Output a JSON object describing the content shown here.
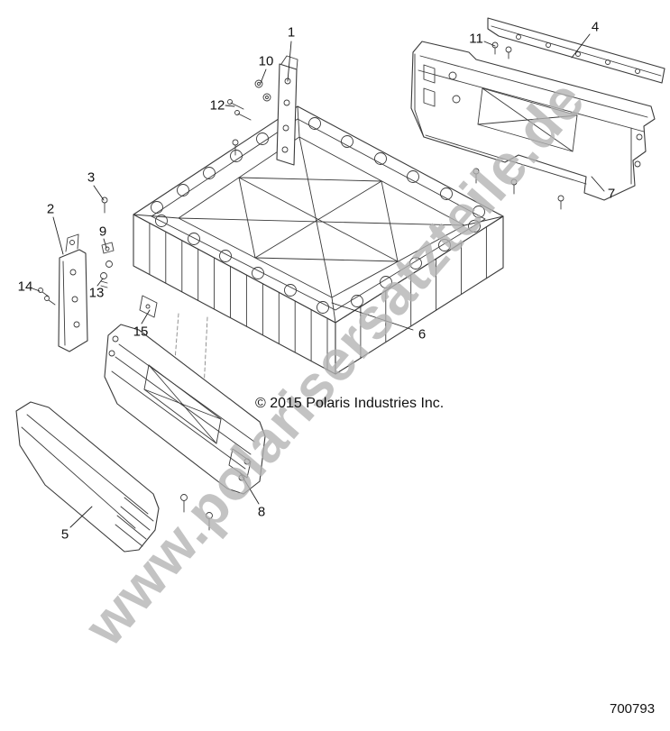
{
  "diagram": {
    "watermark": "www.polarisersatzteile.de",
    "copyright": "© 2015 Polaris Industries Inc.",
    "drawing_number": "700793",
    "line_color": "#3a3a3a",
    "watermark_color": "#b3b3b3",
    "callouts": [
      {
        "label": "1"
      },
      {
        "label": "2"
      },
      {
        "label": "3"
      },
      {
        "label": "4"
      },
      {
        "label": "5"
      },
      {
        "label": "6"
      },
      {
        "label": "7"
      },
      {
        "label": "8"
      },
      {
        "label": "9"
      },
      {
        "label": "10"
      },
      {
        "label": "11"
      },
      {
        "label": "12"
      },
      {
        "label": "13"
      },
      {
        "label": "14"
      },
      {
        "label": "15"
      }
    ]
  }
}
